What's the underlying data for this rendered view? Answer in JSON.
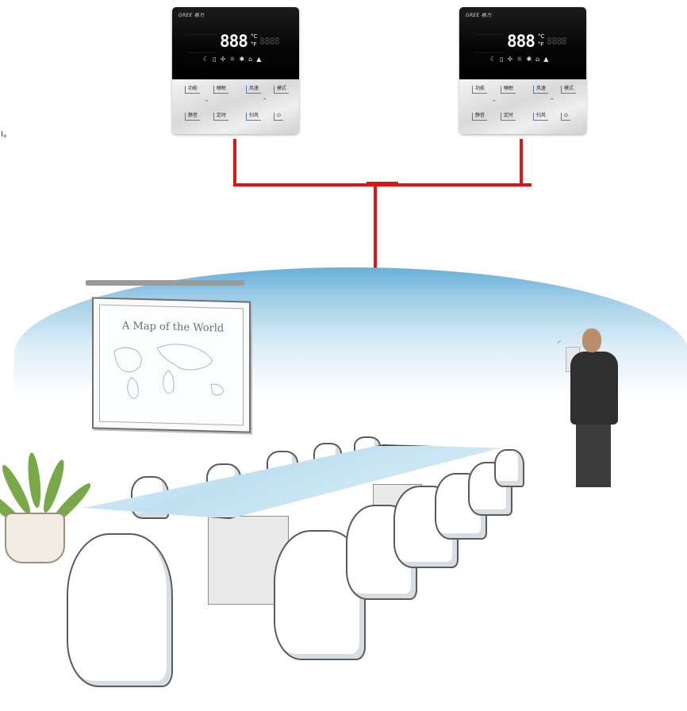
{
  "controllers": [
    {
      "brand": "GREE 格力",
      "temp_display": "888",
      "aux_display": "8888",
      "unit_c": "°C",
      "unit_f": "°F",
      "status_icons": [
        "moon-icon",
        "filter-icon",
        "fan-icon",
        "sun-icon",
        "snowflake-icon",
        "home-icon",
        "lock-icon"
      ],
      "keys": {
        "function": "功能",
        "sleep": "睡眠",
        "fan_speed": "风速",
        "mode": "模式",
        "mute": "静音",
        "timer": "定时",
        "swing": "扫风",
        "power": "⏻"
      }
    },
    {
      "brand": "GREE 格力",
      "temp_display": "888",
      "aux_display": "8888",
      "unit_c": "°C",
      "unit_f": "°F",
      "status_icons": [
        "moon-icon",
        "filter-icon",
        "fan-icon",
        "sun-icon",
        "snowflake-icon",
        "home-icon",
        "lock-icon"
      ],
      "keys": {
        "function": "功能",
        "sleep": "睡眠",
        "fan_speed": "风速",
        "mode": "模式",
        "mute": "静音",
        "timer": "定时",
        "swing": "扫风",
        "power": "⏻"
      }
    }
  ],
  "left_edge_glyph": "।。",
  "whiteboard": {
    "title": "A Map of the World"
  },
  "colors": {
    "wire": "#e11414",
    "accent": "#3f86c9",
    "ceiling_glow": "#68b0d8"
  }
}
